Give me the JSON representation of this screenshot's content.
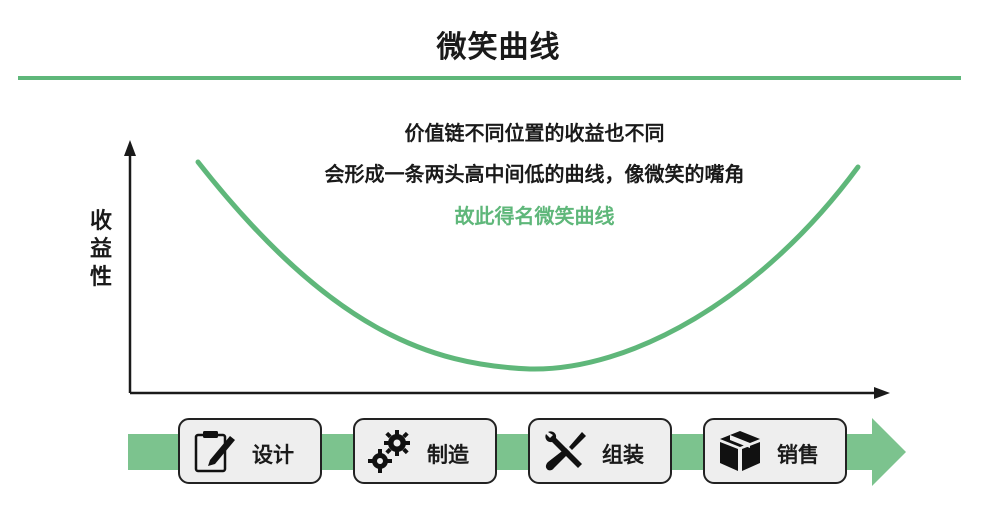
{
  "title": "微笑曲线",
  "caption": {
    "line1": "价值链不同位置的收益也不同",
    "line2": "会形成一条两头高中间低的曲线，像微笑的嘴角",
    "line3": "故此得名微笑曲线"
  },
  "y_axis_label": "收益性",
  "stages": [
    {
      "label": "设计",
      "icon": "clipboard-pen-icon"
    },
    {
      "label": "制造",
      "icon": "gears-icon"
    },
    {
      "label": "组装",
      "icon": "wrench-screwdriver-icon"
    },
    {
      "label": "销售",
      "icon": "package-box-icon"
    }
  ],
  "colors": {
    "accent": "#5fb77a",
    "arrow_band": "#7cc38e",
    "stage_bg": "#eeeeee",
    "text": "#1a1a1a"
  }
}
